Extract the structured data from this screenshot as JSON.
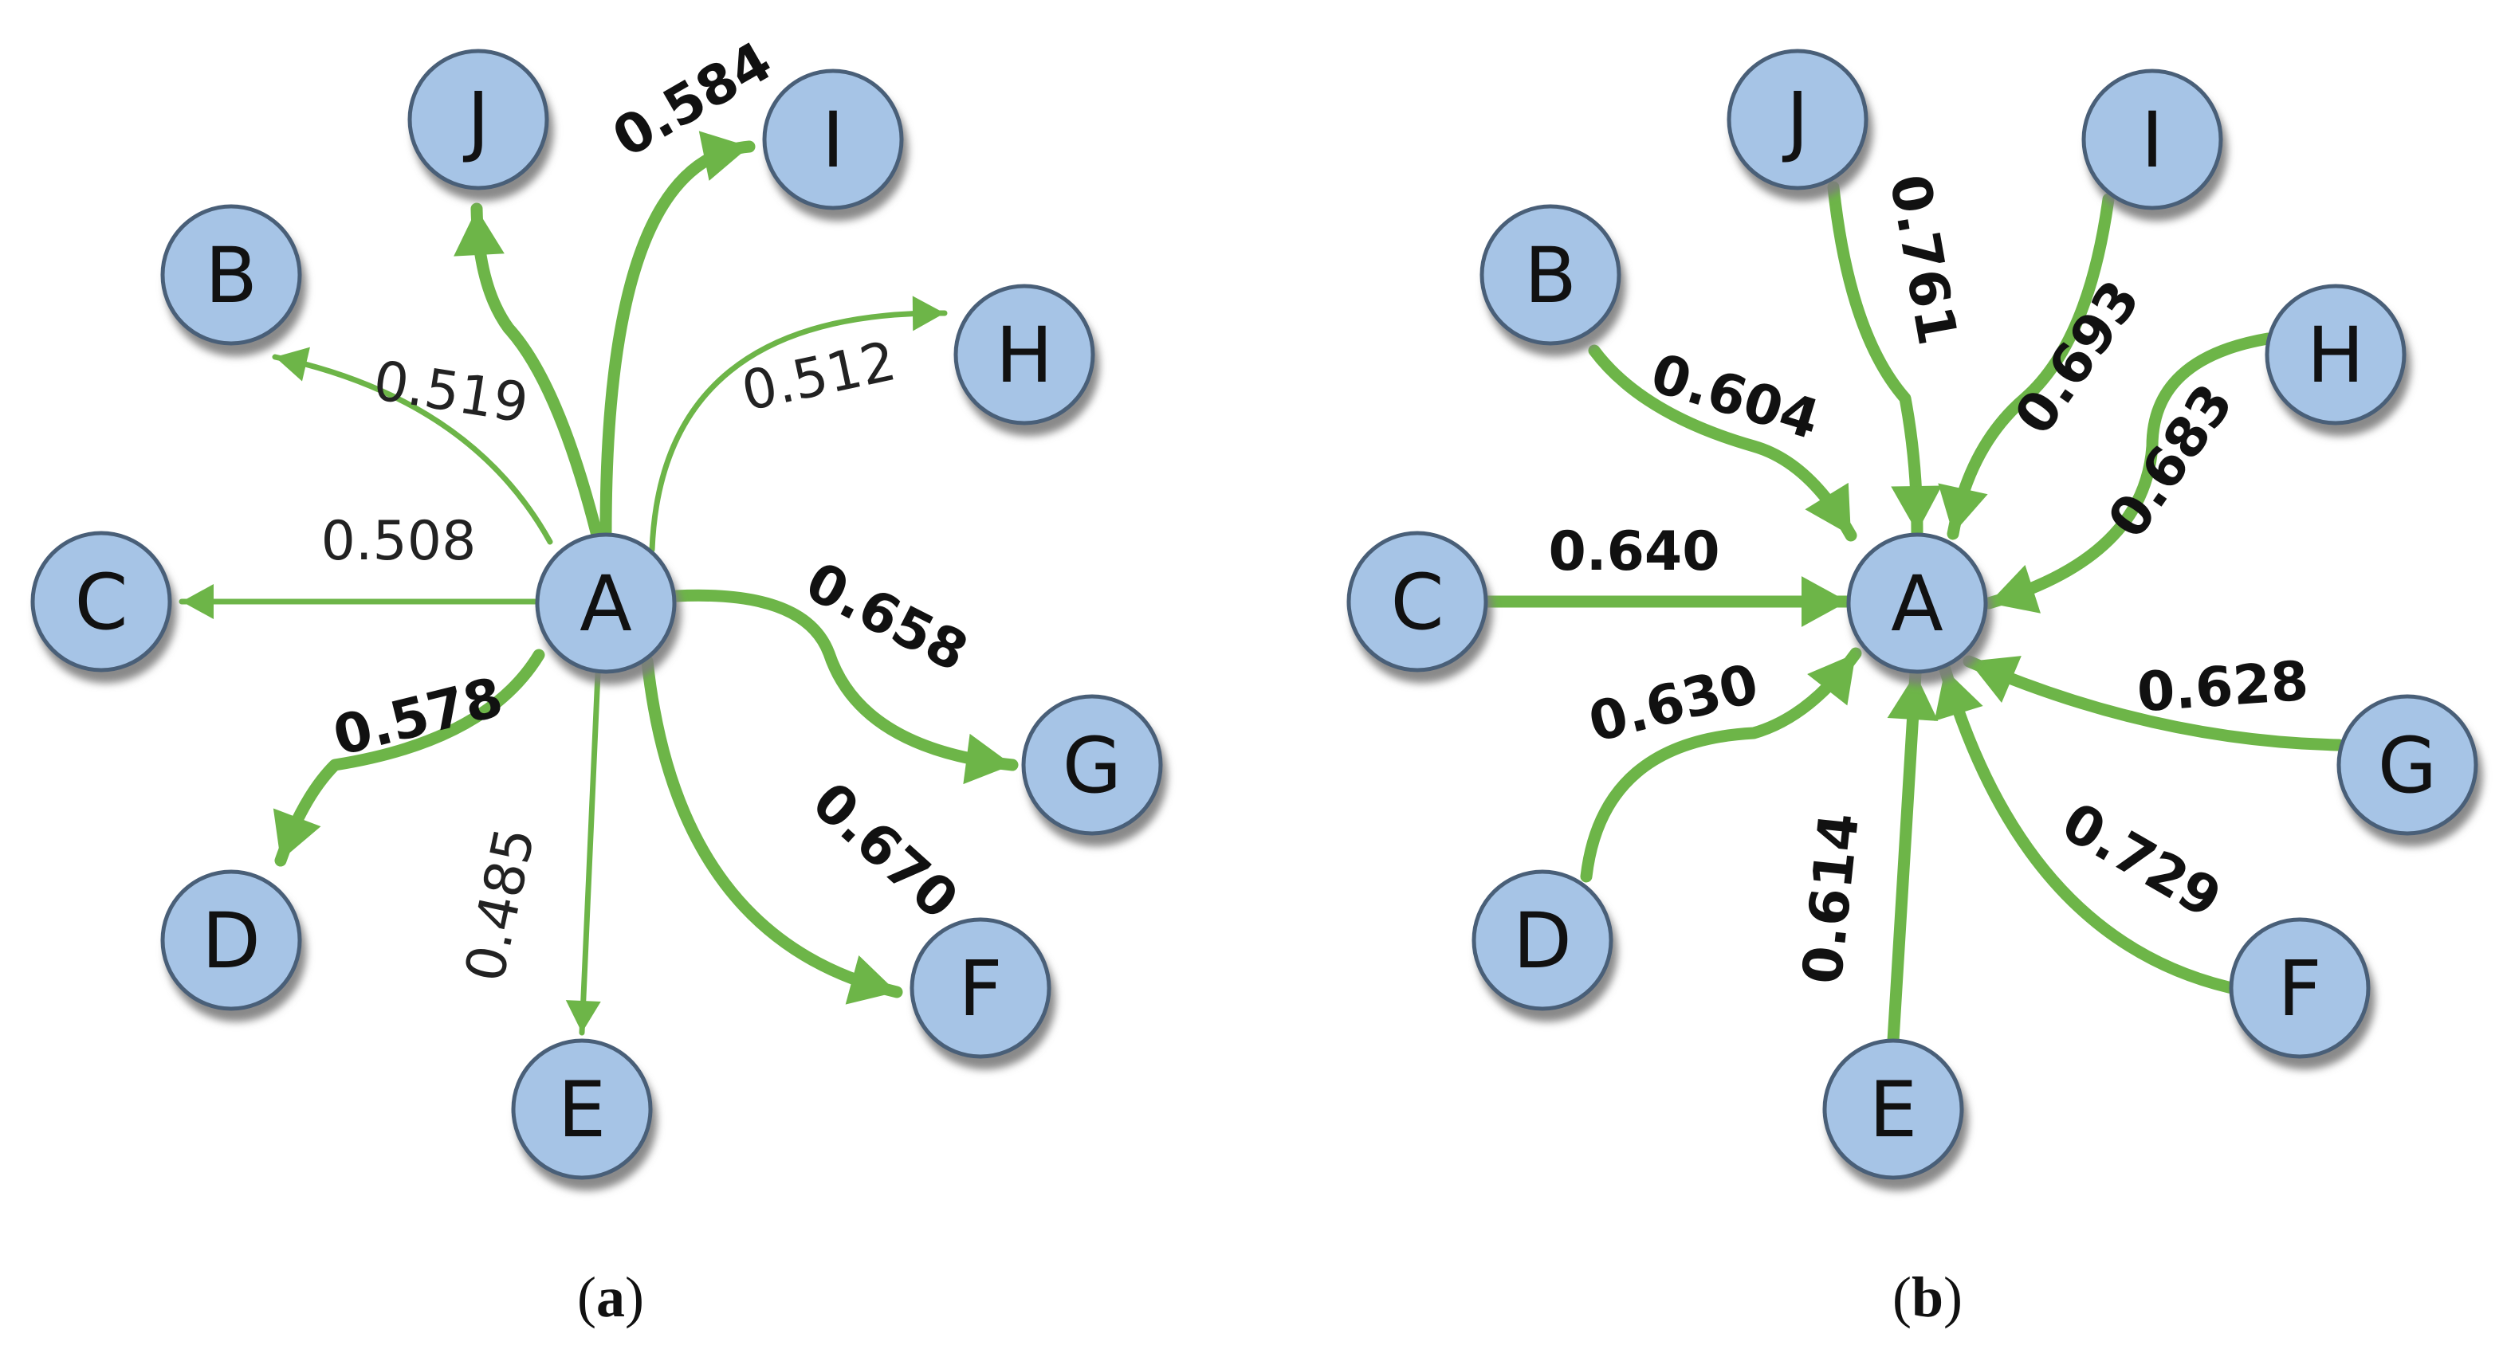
{
  "colors": {
    "edge": "#6db548",
    "node_fill": "#a6c4e6",
    "node_stroke": "#4a5f78",
    "node_shadow": "#8a8a8a",
    "text": "#111111"
  },
  "panels": [
    {
      "caption_open": "(",
      "caption_letter": "a",
      "caption_close": ")",
      "center": "A",
      "direction": "outgoing",
      "edges": [
        {
          "node": "B",
          "weight": "0.519",
          "strength": "thin"
        },
        {
          "node": "C",
          "weight": "0.508",
          "strength": "thin"
        },
        {
          "node": "D",
          "weight": "0.578",
          "strength": "thick"
        },
        {
          "node": "E",
          "weight": "0.485",
          "strength": "thin"
        },
        {
          "node": "F",
          "weight": "0.670",
          "strength": "thick"
        },
        {
          "node": "G",
          "weight": "0.658",
          "strength": "thick"
        },
        {
          "node": "H",
          "weight": "0.512",
          "strength": "thin"
        },
        {
          "node": "I",
          "weight": "0.584",
          "strength": "thick"
        },
        {
          "node": "J",
          "weight": "",
          "strength": "thick"
        }
      ]
    },
    {
      "caption_open": "(",
      "caption_letter": "b",
      "caption_close": ")",
      "center": "A",
      "direction": "incoming",
      "edges": [
        {
          "node": "B",
          "weight": "0.604",
          "strength": "thick"
        },
        {
          "node": "C",
          "weight": "0.640",
          "strength": "thick"
        },
        {
          "node": "D",
          "weight": "0.630",
          "strength": "thick"
        },
        {
          "node": "E",
          "weight": "0.614",
          "strength": "thick"
        },
        {
          "node": "F",
          "weight": "0.729",
          "strength": "thick"
        },
        {
          "node": "G",
          "weight": "0.628",
          "strength": "thick"
        },
        {
          "node": "H",
          "weight": "0.683",
          "strength": "thick"
        },
        {
          "node": "I",
          "weight": "0.693",
          "strength": "thick"
        },
        {
          "node": "J",
          "weight": "0.761",
          "strength": "thick"
        }
      ]
    }
  ]
}
